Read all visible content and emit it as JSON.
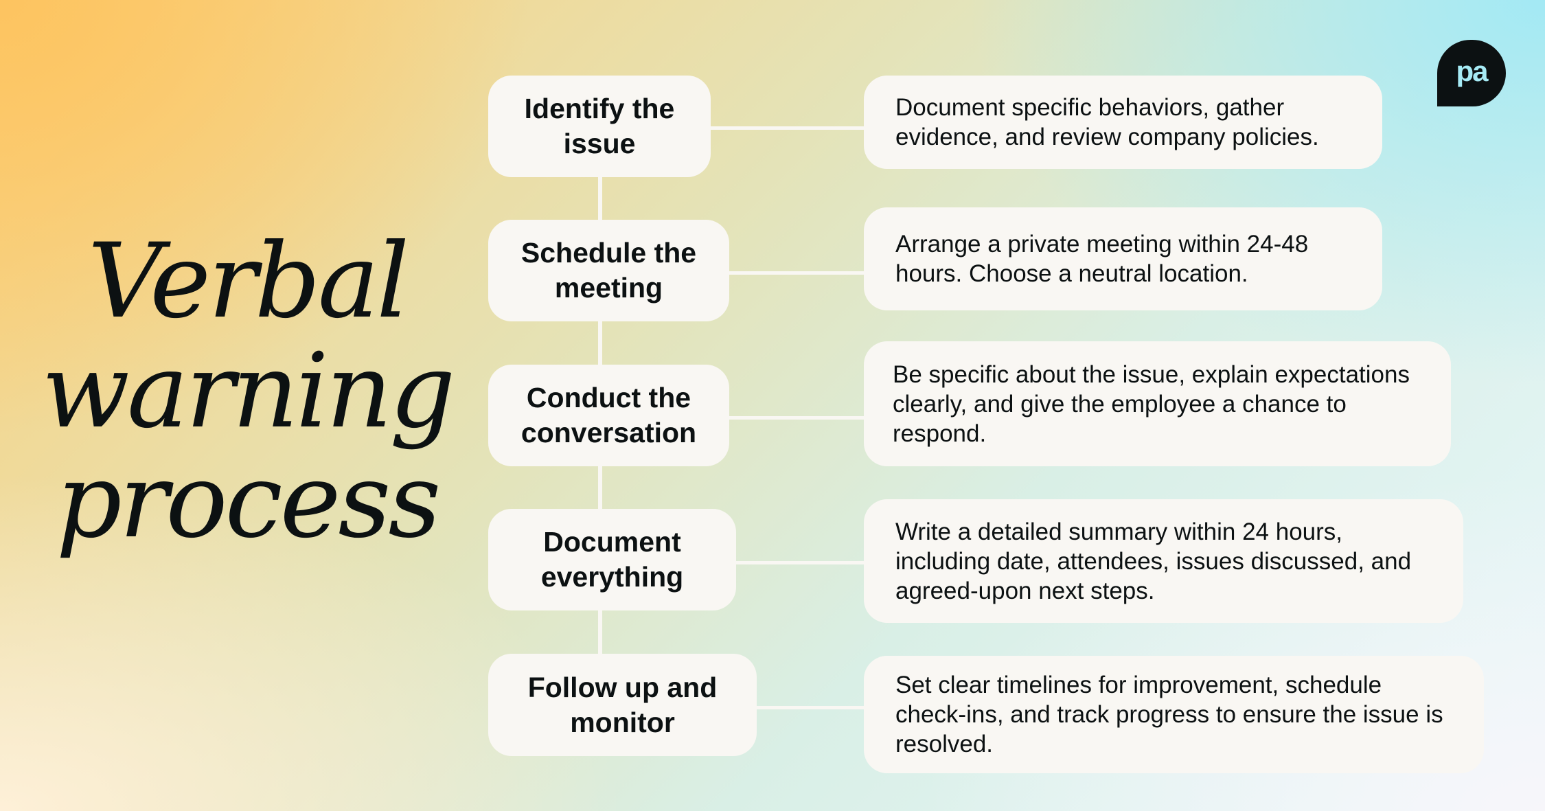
{
  "title": {
    "lines": [
      "Verbal",
      "warning",
      "process"
    ]
  },
  "logo": {
    "text": "pa",
    "icon": "pa-speech-bubble-logo-icon"
  },
  "colors": {
    "card_background": "#f9f7f3",
    "text": "#0c1112",
    "logo_background": "#0c1112",
    "logo_text": "#a6ebf5",
    "gradient_top_left": "#fdc460",
    "gradient_top_right": "#a3e9f4",
    "gradient_bottom": "#fef0d8"
  },
  "steps": [
    {
      "label": "Identify the issue",
      "description": "Document specific behaviors, gather evidence, and review company policies."
    },
    {
      "label": "Schedule the meeting",
      "description": "Arrange a private meeting within 24-48 hours. Choose a neutral location."
    },
    {
      "label": "Conduct the conversation",
      "description": "Be specific about the issue, explain expectations clearly, and give the employee a chance to respond."
    },
    {
      "label": "Document everything",
      "description": "Write a detailed summary within 24 hours, including date, attendees, issues discussed, and agreed-upon next steps."
    },
    {
      "label": "Follow up and monitor",
      "description": "Set clear timelines for improvement, schedule check-ins, and track progress to ensure the issue is resolved."
    }
  ]
}
